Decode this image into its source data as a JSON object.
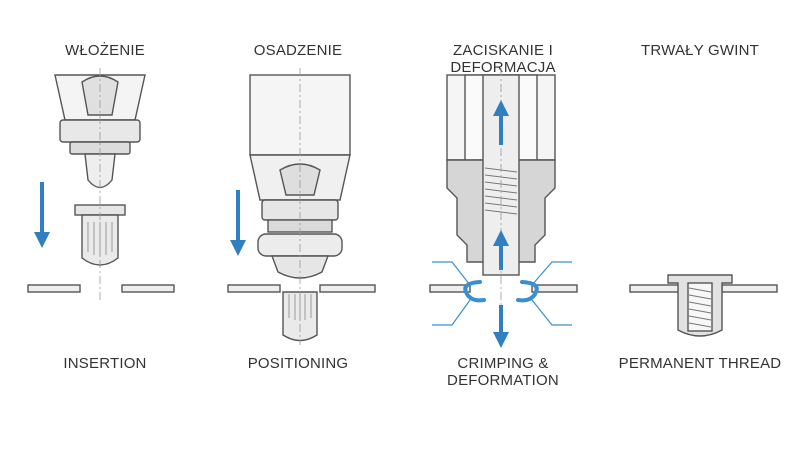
{
  "stages": [
    {
      "top_label": "WŁOŻENIE",
      "bottom_label": "INSERTION"
    },
    {
      "top_label": "OSADZENIE",
      "bottom_label": "POSITIONING"
    },
    {
      "top_label": "ZACISKANIE I DEFORMACJA",
      "bottom_label": "CRIMPING & DEFORMATION"
    },
    {
      "top_label": "TRWAŁY GWINT",
      "bottom_label": "PERMANENT THREAD"
    }
  ],
  "colors": {
    "arrow": "#2f7fc1",
    "deformation": "#3a8fd0",
    "outline": "#555555",
    "fill_light": "#f2f2f2",
    "fill_mid": "#d9d9d9"
  }
}
